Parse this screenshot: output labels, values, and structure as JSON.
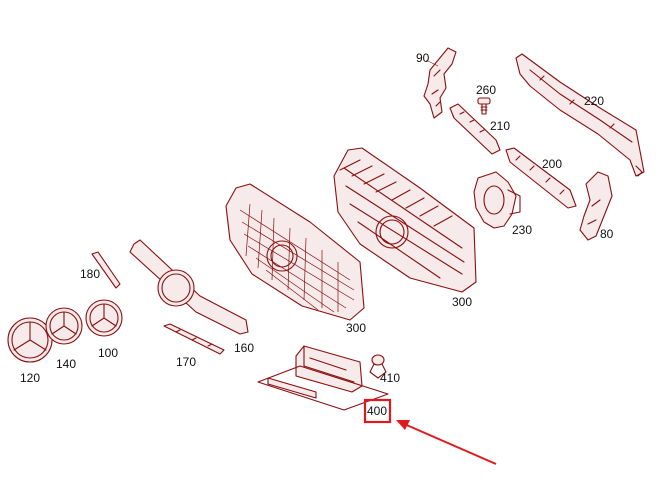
{
  "colors": {
    "part_line": "#8a0f0f",
    "highlight": "#e0191d",
    "label": "#111111",
    "background": "#ffffff"
  },
  "callouts": {
    "p90": "90",
    "p260": "260",
    "p220": "220",
    "p210": "210",
    "p200": "200",
    "p230": "230",
    "p80": "80",
    "p300_right": "300",
    "p300_left": "300",
    "p180": "180",
    "p160": "160",
    "p170": "170",
    "p120": "120",
    "p140": "140",
    "p100": "100",
    "p410": "410",
    "p400": "400"
  },
  "highlight": {
    "target": "400",
    "arrow_icon": "pointer-arrow-icon"
  }
}
